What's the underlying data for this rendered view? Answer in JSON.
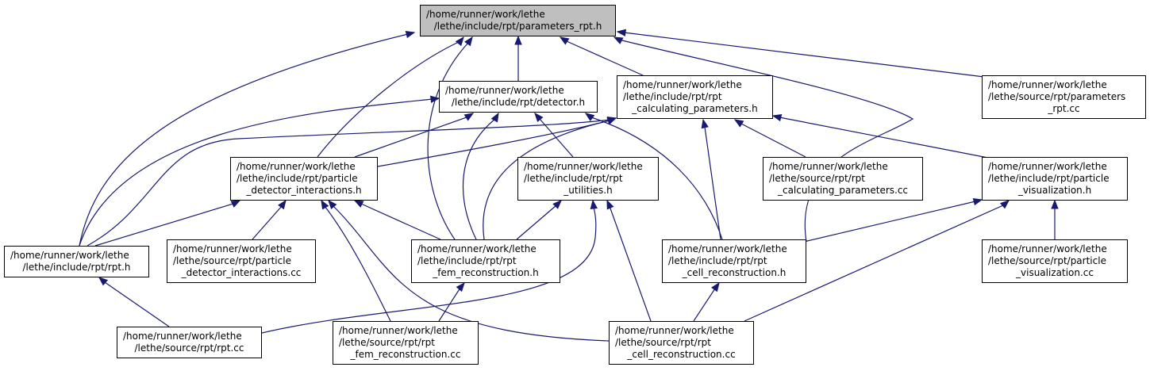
{
  "colors": {
    "edge": "#191970",
    "border": "#000000",
    "root_fill": "#bfbfbf",
    "node_fill": "#ffffff"
  },
  "nodes": [
    {
      "id": "parameters_rpt_h",
      "lines": [
        "/home/runner/work/lethe",
        "/lethe/include/rpt/parameters_rpt.h"
      ]
    },
    {
      "id": "detector_h",
      "lines": [
        "/home/runner/work/lethe",
        "/lethe/include/rpt/detector.h"
      ]
    },
    {
      "id": "rpt_calculating_parameters_h",
      "lines": [
        "/home/runner/work/lethe",
        "/lethe/include/rpt/rpt",
        "_calculating_parameters.h"
      ]
    },
    {
      "id": "parameters_rpt_cc",
      "lines": [
        "/home/runner/work/lethe",
        "/lethe/source/rpt/parameters",
        "_rpt.cc"
      ]
    },
    {
      "id": "particle_detector_interactions_h",
      "lines": [
        "/home/runner/work/lethe",
        "/lethe/include/rpt/particle",
        "_detector_interactions.h"
      ]
    },
    {
      "id": "rpt_utilities_h",
      "lines": [
        "/home/runner/work/lethe",
        "/lethe/include/rpt/rpt",
        "_utilities.h"
      ]
    },
    {
      "id": "rpt_calculating_parameters_cc",
      "lines": [
        "/home/runner/work/lethe",
        "/lethe/source/rpt/rpt",
        "_calculating_parameters.cc"
      ]
    },
    {
      "id": "particle_visualization_h",
      "lines": [
        "/home/runner/work/lethe",
        "/lethe/include/rpt/particle",
        "_visualization.h"
      ]
    },
    {
      "id": "rpt_h",
      "lines": [
        "/home/runner/work/lethe",
        "/lethe/include/rpt/rpt.h"
      ]
    },
    {
      "id": "particle_detector_interactions_cc",
      "lines": [
        "/home/runner/work/lethe",
        "/lethe/source/rpt/particle",
        "_detector_interactions.cc"
      ]
    },
    {
      "id": "rpt_fem_reconstruction_h",
      "lines": [
        "/home/runner/work/lethe",
        "/lethe/include/rpt/rpt",
        "_fem_reconstruction.h"
      ]
    },
    {
      "id": "rpt_cell_reconstruction_h",
      "lines": [
        "/home/runner/work/lethe",
        "/lethe/include/rpt/rpt",
        "_cell_reconstruction.h"
      ]
    },
    {
      "id": "particle_visualization_cc",
      "lines": [
        "/home/runner/work/lethe",
        "/lethe/source/rpt/particle",
        "_visualization.cc"
      ]
    },
    {
      "id": "rpt_cc",
      "lines": [
        "/home/runner/work/lethe",
        "/lethe/source/rpt/rpt.cc"
      ]
    },
    {
      "id": "rpt_fem_reconstruction_cc",
      "lines": [
        "/home/runner/work/lethe",
        "/lethe/source/rpt/rpt",
        "_fem_reconstruction.cc"
      ]
    },
    {
      "id": "rpt_cell_reconstruction_cc",
      "lines": [
        "/home/runner/work/lethe",
        "/lethe/source/rpt/rpt",
        "_cell_reconstruction.cc"
      ]
    }
  ],
  "edges": [
    [
      "detector_h",
      "parameters_rpt_h"
    ],
    [
      "rpt_calculating_parameters_h",
      "parameters_rpt_h"
    ],
    [
      "parameters_rpt_cc",
      "parameters_rpt_h"
    ],
    [
      "particle_detector_interactions_h",
      "parameters_rpt_h"
    ],
    [
      "rpt_h",
      "parameters_rpt_h"
    ],
    [
      "rpt_fem_reconstruction_h",
      "parameters_rpt_h"
    ],
    [
      "rpt_cell_reconstruction_h",
      "parameters_rpt_h"
    ],
    [
      "rpt_h",
      "detector_h"
    ],
    [
      "particle_detector_interactions_h",
      "detector_h"
    ],
    [
      "rpt_utilities_h",
      "detector_h"
    ],
    [
      "rpt_fem_reconstruction_h",
      "detector_h"
    ],
    [
      "rpt_cell_reconstruction_h",
      "detector_h"
    ],
    [
      "rpt_calculating_parameters_cc",
      "rpt_calculating_parameters_h"
    ],
    [
      "particle_visualization_h",
      "rpt_calculating_parameters_h"
    ],
    [
      "particle_detector_interactions_h",
      "rpt_calculating_parameters_h"
    ],
    [
      "rpt_h",
      "rpt_calculating_parameters_h"
    ],
    [
      "rpt_fem_reconstruction_h",
      "rpt_calculating_parameters_h"
    ],
    [
      "rpt_cell_reconstruction_h",
      "rpt_calculating_parameters_h"
    ],
    [
      "rpt_h",
      "particle_detector_interactions_h"
    ],
    [
      "particle_detector_interactions_cc",
      "particle_detector_interactions_h"
    ],
    [
      "rpt_fem_reconstruction_h",
      "particle_detector_interactions_h"
    ],
    [
      "rpt_fem_reconstruction_cc",
      "particle_detector_interactions_h"
    ],
    [
      "rpt_cell_reconstruction_cc",
      "particle_detector_interactions_h"
    ],
    [
      "rpt_fem_reconstruction_h",
      "rpt_utilities_h"
    ],
    [
      "rpt_cc",
      "rpt_utilities_h"
    ],
    [
      "rpt_cell_reconstruction_cc",
      "rpt_utilities_h"
    ],
    [
      "rpt_cell_reconstruction_h",
      "particle_visualization_h"
    ],
    [
      "particle_visualization_cc",
      "particle_visualization_h"
    ],
    [
      "rpt_cell_reconstruction_cc",
      "particle_visualization_h"
    ],
    [
      "rpt_cc",
      "rpt_h"
    ],
    [
      "rpt_fem_reconstruction_cc",
      "rpt_fem_reconstruction_h"
    ],
    [
      "rpt_cell_reconstruction_cc",
      "rpt_cell_reconstruction_h"
    ]
  ]
}
